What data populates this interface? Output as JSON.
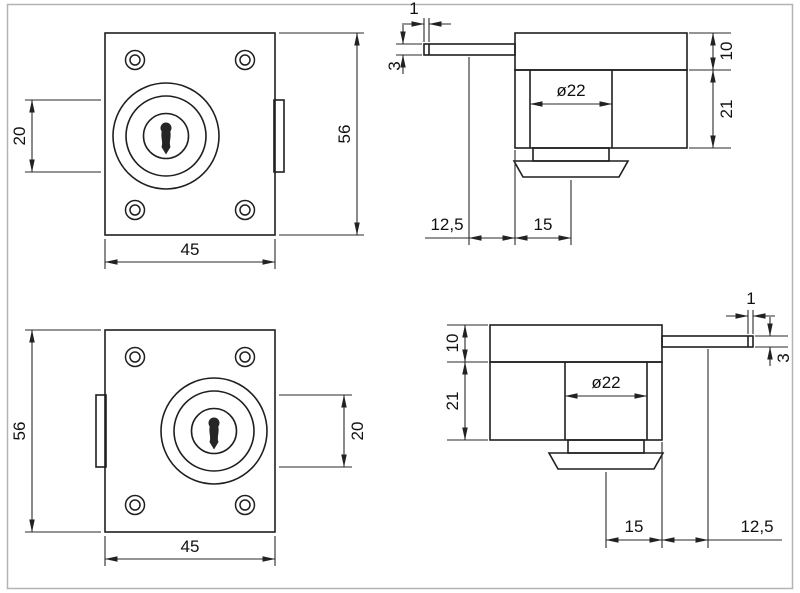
{
  "drawing": {
    "colors": {
      "line": "#1f1f1f",
      "dimension": "#2a2a2a",
      "frame": "#b3b3b3",
      "background": "#ffffff"
    },
    "views": {
      "front_top": {
        "bolt_height": "20",
        "height": "56",
        "width": "45"
      },
      "side_top": {
        "tip_step": "1",
        "bolt_thickness": "3",
        "plate_height": "10",
        "body_height": "21",
        "cylinder_diameter": "ø22",
        "bolt_throw": "12,5",
        "axis_offset": "15"
      },
      "front_bottom": {
        "height": "56",
        "bolt_height": "20",
        "width": "45"
      },
      "side_bottom": {
        "tip_step": "1",
        "plate_height": "10",
        "bolt_thickness": "3",
        "body_height": "21",
        "cylinder_diameter": "ø22",
        "axis_offset": "15",
        "bolt_throw": "12,5"
      }
    }
  }
}
